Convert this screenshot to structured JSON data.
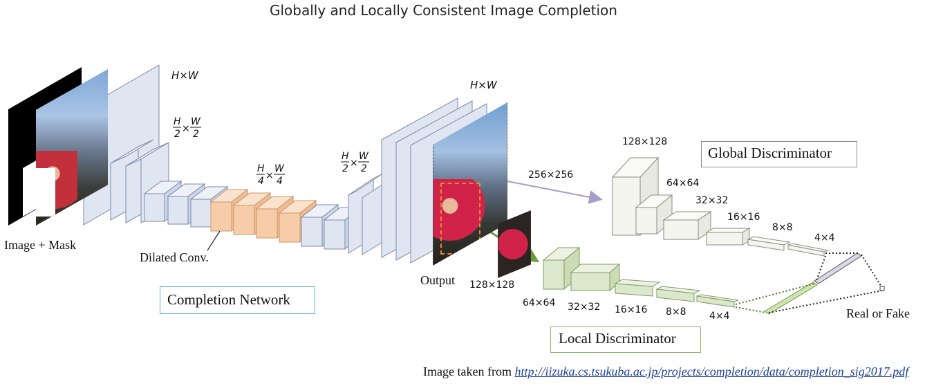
{
  "title": "Globally and Locally Consistent Image Completion",
  "completion_network": {
    "label": "Completion Network",
    "input_label": "Image + Mask",
    "dilated_label": "Dilated Conv.",
    "output_label": "Output",
    "sizes": {
      "full": "H×W",
      "half": "H/2 × W/2",
      "quarter": "H/4 × W/4",
      "half_decoder": "H/2 × W/2",
      "full_out": "H×W"
    }
  },
  "global_discriminator": {
    "label": "Global Discriminator",
    "input_size": "256×256",
    "layer_sizes": [
      "128×128",
      "64×64",
      "32×32",
      "16×16",
      "8×8",
      "4×4"
    ]
  },
  "local_discriminator": {
    "label": "Local Discriminator",
    "input_size": "128×128",
    "layer_sizes": [
      "64×64",
      "32×32",
      "16×16",
      "8×8",
      "4×4"
    ]
  },
  "result_label": "Real or Fake",
  "credit": {
    "prefix": "Image taken from",
    "link": "http://iizuka.cs.tsukuba.ac.jp/projects/completion/data/completion_sig2017.pdf"
  },
  "colors": {
    "encoder_fill": "#dfe5f1",
    "dilated_fill": "#f7cda9",
    "global_fill": "#f4f5ef",
    "local_fill": "#dce8cc",
    "local_arrow": "#6f9a3b",
    "global_arrow": "#a89cc9"
  }
}
